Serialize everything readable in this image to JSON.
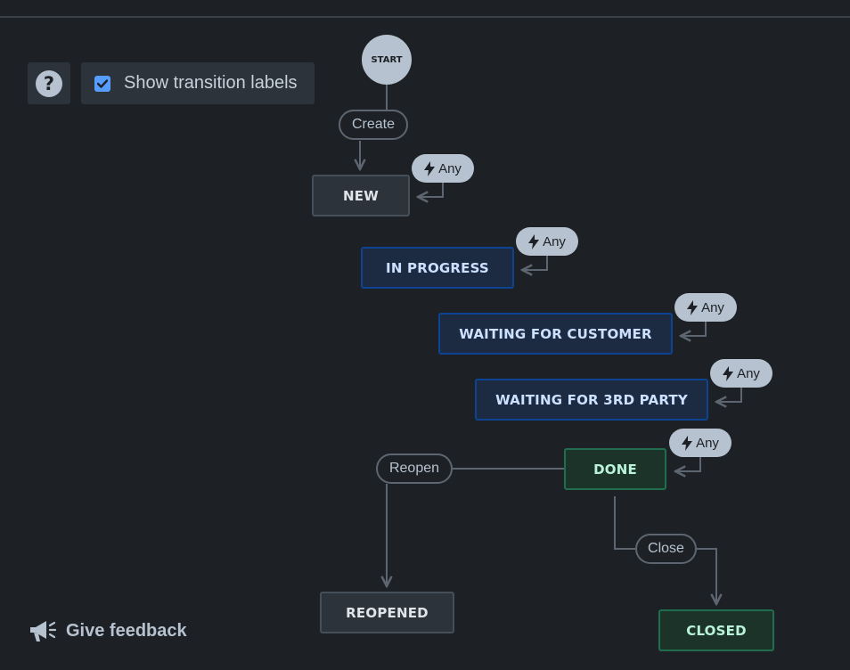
{
  "toolbar": {
    "help_icon": "question-circle-icon",
    "show_labels_checked": true,
    "show_labels_label": "Show transition labels"
  },
  "diagram": {
    "start_label": "START",
    "states": {
      "new": "NEW",
      "in_progress": "IN PROGRESS",
      "waiting_customer": "WAITING FOR CUSTOMER",
      "waiting_3rd_party": "WAITING FOR 3RD PARTY",
      "done": "DONE",
      "reopened": "REOPENED",
      "closed": "CLOSED"
    },
    "transitions": {
      "create": "Create",
      "reopen": "Reopen",
      "close": "Close",
      "any": "Any"
    },
    "colors": {
      "neutral": "#2c333a",
      "in_progress": "#1c2b41",
      "done": "#1c3329",
      "lozenge": "#b6c2cf",
      "line": "#5d6670"
    }
  },
  "footer": {
    "feedback_icon": "megaphone-icon",
    "feedback_label": "Give feedback"
  }
}
